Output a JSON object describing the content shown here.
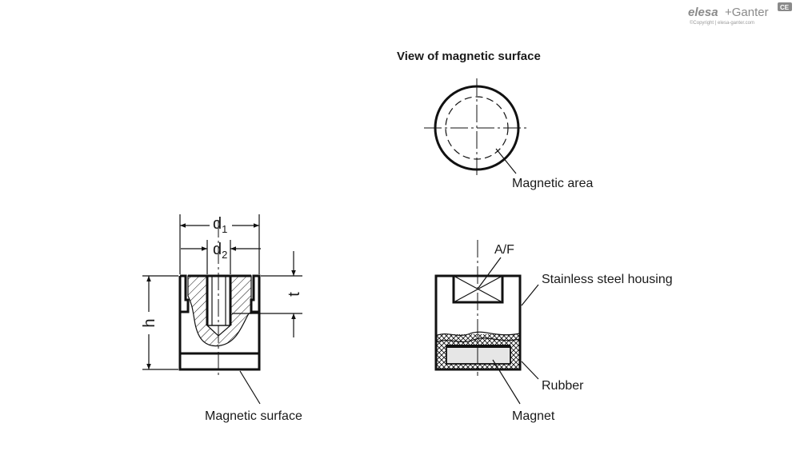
{
  "logo": {
    "brand_a": "elesa",
    "brand_b": "+Ganter",
    "copyright": "©Copyright | elesa-ganter.com",
    "badge": "CE"
  },
  "view_title": "View of magnetic surface",
  "labels": {
    "magnetic_area": "Magnetic area",
    "magnetic_surface": "Magnetic surface",
    "af": "A/F",
    "housing": "Stainless steel housing",
    "rubber": "Rubber",
    "magnet": "Magnet"
  },
  "dimensions": {
    "d1_main": "d",
    "d1_sub": "1",
    "d2_main": "d",
    "d2_sub": "2",
    "h": "h",
    "t": "t"
  }
}
